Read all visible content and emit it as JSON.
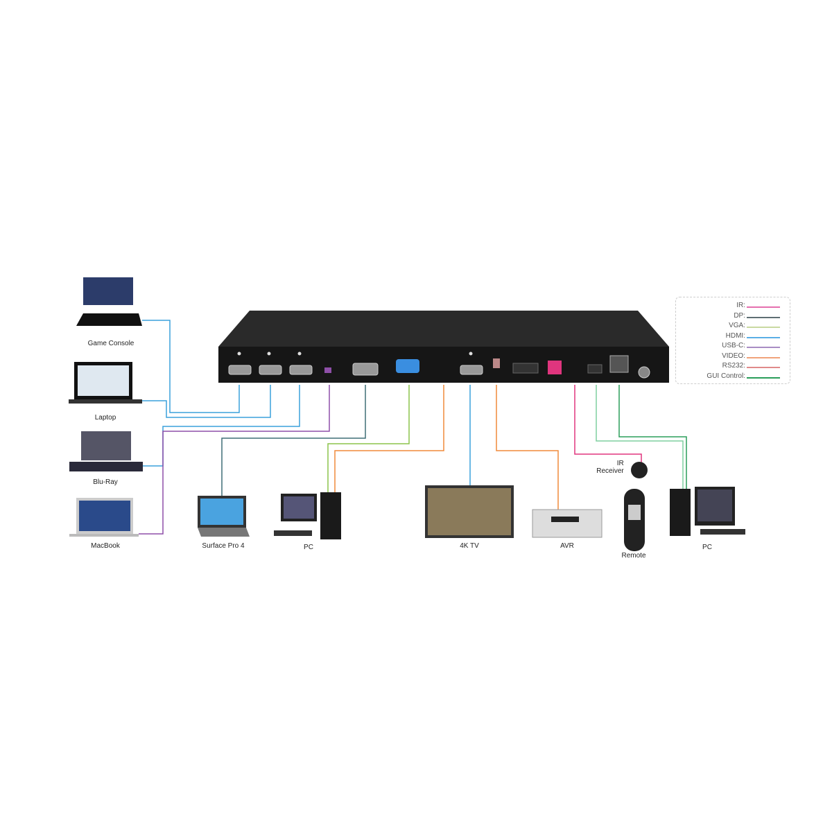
{
  "devices": {
    "game_console": "Game Console",
    "laptop": "Laptop",
    "bluray": "Blu-Ray",
    "macbook": "MacBook",
    "surface": "Surface Pro 4",
    "pc_left": "PC",
    "tv": "4K TV",
    "avr": "AVR",
    "ir_receiver": "IR\nReceiver",
    "remote": "Remote",
    "pc_right": "PC"
  },
  "legend": [
    {
      "label": "IR:",
      "color": "#e56fae"
    },
    {
      "label": "DP:",
      "color": "#5f6f73"
    },
    {
      "label": "VGA:",
      "color": "#c9d9a0"
    },
    {
      "label": "HDMI:",
      "color": "#5aaee6"
    },
    {
      "label": "USB-C:",
      "color": "#a98dc4"
    },
    {
      "label": "VIDEO:",
      "color": "#f0a37a"
    },
    {
      "label": "RS232:",
      "color": "#e08a8a"
    },
    {
      "label": "GUI Control:",
      "color": "#2a9d5a"
    }
  ],
  "colors": {
    "hdmi": "#3aa0dc",
    "dp": "#3f6e76",
    "vga": "#8bc34a",
    "usbc": "#8e4fa8",
    "video": "#f08a3a",
    "ir": "#e0357e",
    "rs232": "#7fcf9f",
    "gui": "#2a9d5a",
    "chassis": "#1c1c1c"
  }
}
